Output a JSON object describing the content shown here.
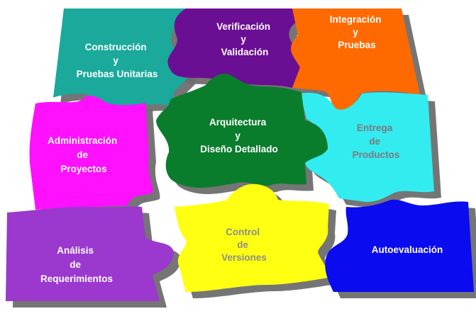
{
  "colors": {
    "background": "#ffffff",
    "shadow": "#6e6e6e"
  },
  "pieces": [
    {
      "id": "construccion",
      "lines": [
        "Construcción",
        "y",
        "Pruebas Unitarias"
      ],
      "fill": "#1aa99b",
      "text": "#ffffff"
    },
    {
      "id": "verificacion",
      "lines": [
        "Verificación",
        "y",
        "Validación"
      ],
      "fill": "#6a0f93",
      "text": "#ffffff"
    },
    {
      "id": "integracion",
      "lines": [
        "Integración",
        "y",
        "Pruebas"
      ],
      "fill": "#ff6a00",
      "text": "#ffffff"
    },
    {
      "id": "administracion",
      "lines": [
        "Administración",
        "de",
        "Proyectos"
      ],
      "fill": "#ff10ff",
      "text": "#ffffff"
    },
    {
      "id": "arquitectura",
      "lines": [
        "Arquitectura",
        "y",
        "Diseño Detallado"
      ],
      "fill": "#0a7d2c",
      "text": "#ffffff"
    },
    {
      "id": "entrega",
      "lines": [
        "Entrega",
        "de",
        "Productos"
      ],
      "fill": "#33ecf0",
      "text": "#7a7a7a"
    },
    {
      "id": "analisis",
      "lines": [
        "Análisis",
        "de",
        "Requerimientos"
      ],
      "fill": "#9b38ce",
      "text": "#ffffff"
    },
    {
      "id": "control",
      "lines": [
        "Control",
        "de",
        "Versiones"
      ],
      "fill": "#ffff12",
      "text": "#8c8c8c"
    },
    {
      "id": "autoevaluacion",
      "lines": [
        "Autoevaluación"
      ],
      "fill": "#0b0bef",
      "text": "#ffffff"
    }
  ]
}
